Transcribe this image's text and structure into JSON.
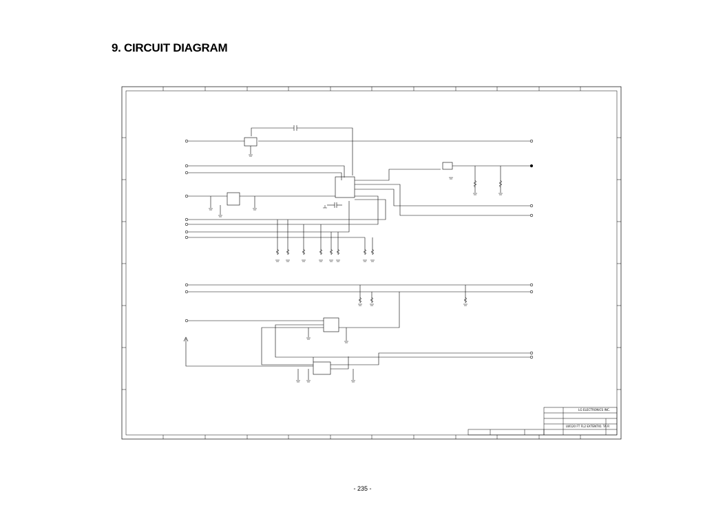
{
  "page": {
    "title": "9. CIRCUIT DIAGRAM",
    "page_number": "- 235 -"
  },
  "title_block": {
    "company": "LG ELECTRONICS INC.",
    "model": "LW120 FT  FL2  EXTENTIO. TA R"
  },
  "colors": {
    "line": "#000000",
    "background": "#ffffff"
  }
}
